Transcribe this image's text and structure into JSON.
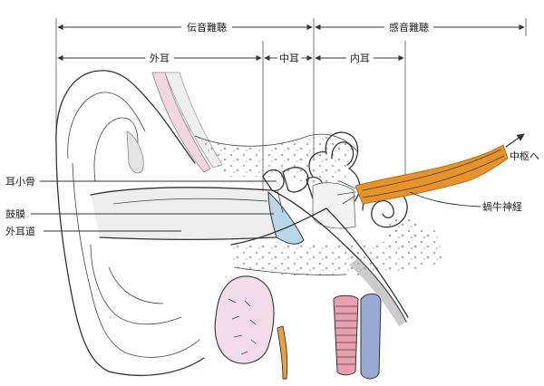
{
  "labels": {
    "conductive_hearing_loss": "伝音難聴",
    "sensorineural_hearing_loss": "感音難聴",
    "outer_ear": "外耳",
    "middle_ear": "中耳",
    "inner_ear": "内耳",
    "ossicles": "耳小骨",
    "eardrum": "鼓膜",
    "ear_canal": "外耳道",
    "to_center": "中枢へ",
    "cochlear_nerve": "蝸牛神経"
  },
  "colors": {
    "nerve": "#e8922a",
    "artery": "#e8a0b0",
    "vein": "#9aaad6",
    "eardrum": "#b8d8ea",
    "gland": "#f3dcea",
    "cartilage": "#e8e8e8"
  }
}
